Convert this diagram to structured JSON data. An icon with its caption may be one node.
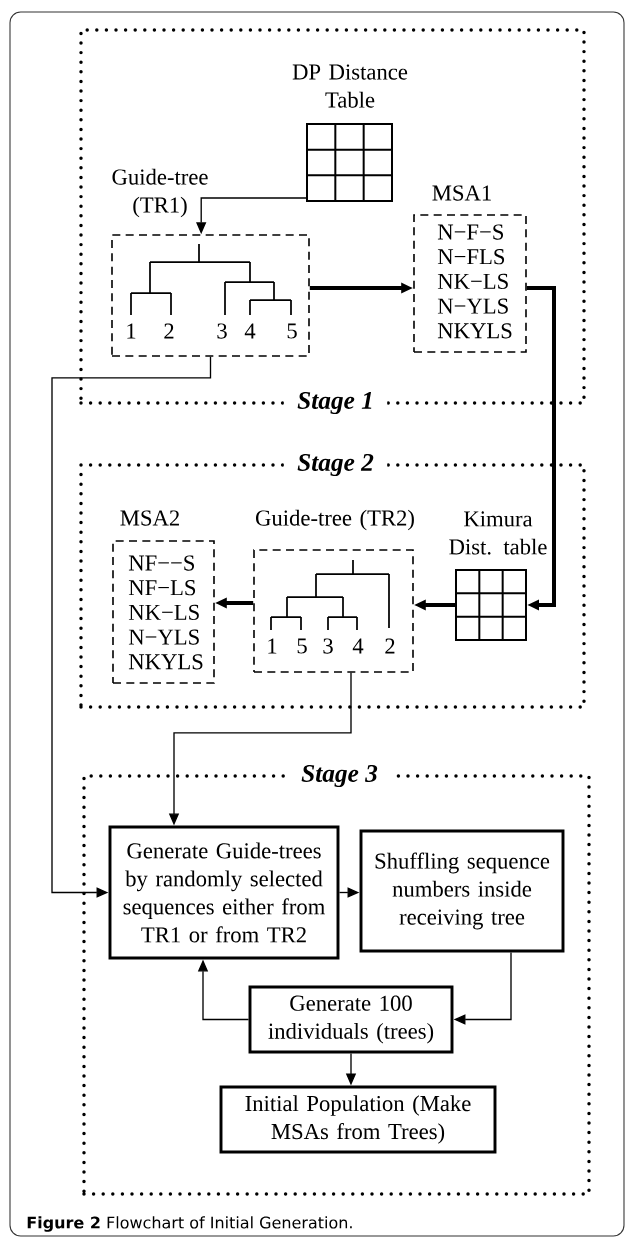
{
  "diagram": {
    "caption": "**Figure 2** Flowchart of Initial Generation.",
    "nodes": [
      {
        "text": [
          "Stage 1"
        ]
      },
      {
        "text": [
          "DP Distance Table"
        ],
        "in": 0
      },
      {
        "text": [
          "Guide-tree (TR1)",
          "1",
          "2",
          "3",
          "4",
          "5"
        ],
        "in": 0
      },
      {
        "text": [
          "MSA1",
          "N−F−S",
          "N−FLS",
          "NK−LS",
          "N−YLS",
          "NKYLS"
        ],
        "in": 0
      },
      {
        "text": [
          "Stage 2"
        ]
      },
      {
        "text": [
          "MSA2",
          "NF−−S",
          "NF−LS",
          "NK−LS",
          "N−YLS",
          "NKYLS"
        ],
        "in": 4
      },
      {
        "text": [
          "Guide-tree (TR2)",
          "1",
          "5",
          "3",
          "4",
          "2"
        ],
        "in": 4
      },
      {
        "text": [
          "Kimura Dist. table"
        ],
        "in": 4
      },
      {
        "text": [
          "Stage 3"
        ]
      },
      {
        "text": [
          "Generate Guide-trees by randomly selected sequences either from TR1 or from TR2"
        ],
        "in": 8
      },
      {
        "text": [
          "Shuffling sequence numbers inside receiving tree"
        ],
        "in": 8
      },
      {
        "text": [
          "Generate 100 individuals (trees)"
        ],
        "in": 8
      },
      {
        "text": [
          "Initial Population (Make MSAs from Trees)"
        ],
        "in": 8
      }
    ],
    "edges": [
      {
        "from": 1,
        "to": 2,
        "arrow": "to"
      },
      {
        "from": 2,
        "to": 3,
        "arrow": "to",
        "style": "thick"
      },
      {
        "from": 3,
        "to": 7,
        "arrow": "to",
        "style": "thick"
      },
      {
        "from": 7,
        "to": 6,
        "arrow": "to",
        "style": "thick"
      },
      {
        "from": 6,
        "to": 5,
        "arrow": "to",
        "style": "thick"
      },
      {
        "from": 2,
        "to": 9,
        "arrow": "to"
      },
      {
        "from": 6,
        "to": 9,
        "arrow": "to"
      },
      {
        "from": 9,
        "to": 10,
        "arrow": "to"
      },
      {
        "from": 10,
        "to": 11,
        "arrow": "to"
      },
      {
        "from": 11,
        "to": 9,
        "arrow": "to"
      },
      {
        "from": 11,
        "to": 12,
        "arrow": "to"
      }
    ]
  }
}
